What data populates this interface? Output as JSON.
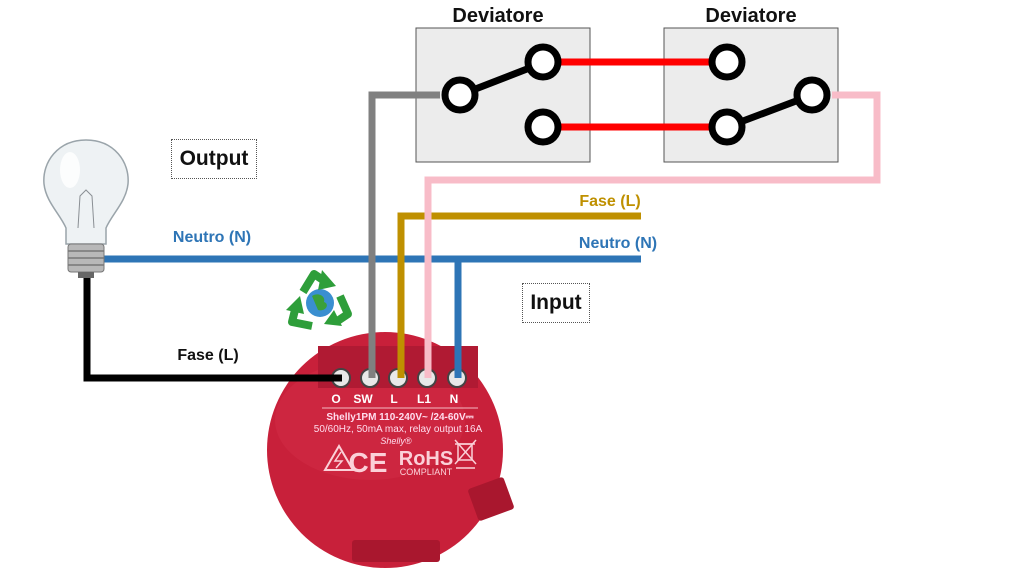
{
  "switches": [
    {
      "title": "Deviatore"
    },
    {
      "title": "Deviatore"
    }
  ],
  "labels": {
    "output": "Output",
    "input": "Input",
    "neutral_left": "Neutro (N)",
    "neutral_right": "Neutro (N)",
    "phase_input": "Fase (L)",
    "phase_output": "Fase (L)"
  },
  "device": {
    "terminals": [
      "O",
      "SW",
      "L",
      "L1",
      "N"
    ],
    "line1": "Shelly1PM 110-240V~ /24-60V⎓",
    "line2": "50/60Hz, 50mA max, relay output 16A",
    "brand": "Shelly®",
    "rohs": "RoHS",
    "compliant": "COMPLIANT",
    "ce": "CE"
  },
  "colors": {
    "neutral": "#2e75b6",
    "phase": "#bf9000",
    "switch_wire": "#808080",
    "return_wire": "#f8bcc8",
    "traveler": "#ff0000",
    "lamp_wire": "#000000",
    "device_body": "#c8203a",
    "recycle": "#2e9e3a"
  },
  "icons": [
    "lightbulb-icon",
    "recycle-icon",
    "warning-icon",
    "weee-bin-icon"
  ]
}
